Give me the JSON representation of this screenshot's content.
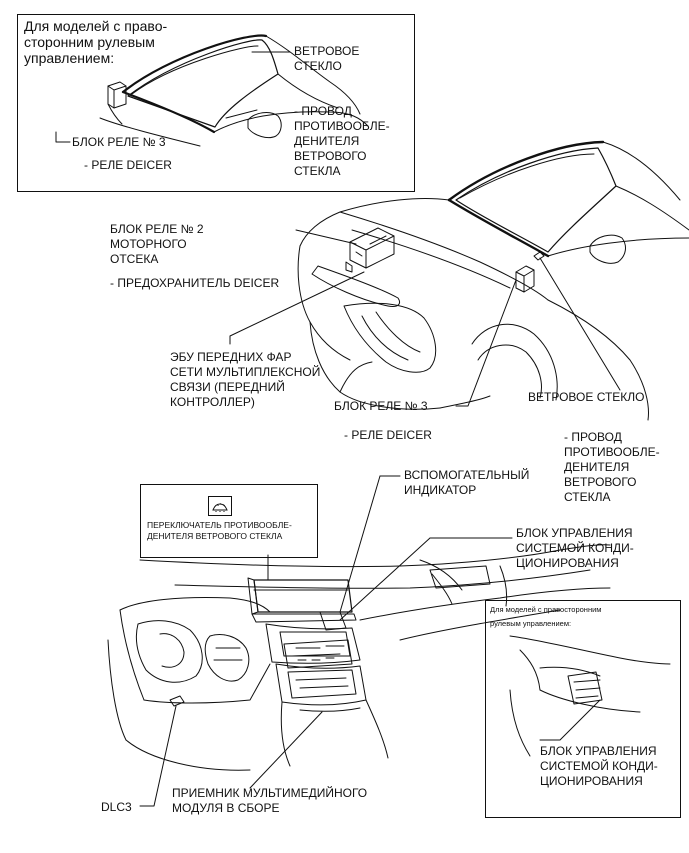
{
  "inset_top": {
    "title": "Для моделей с право-\nсторонним рулевым\nуправлением:",
    "windshield": "ВЕТРОВОЕ\nСТЕКЛО",
    "wire": "- ПРОВОД\nПРОТИВООБЛЕ-\nДЕНИТЕЛЯ\nВЕТРОВОГО\nСТЕКЛА",
    "relay_block": "БЛОК РЕЛЕ № 3",
    "relay": "- РЕЛЕ DEICER"
  },
  "car_view": {
    "relay_block_2": "БЛОК РЕЛЕ № 2\nМОТОРНОГО\nОТСЕКА",
    "fuse": "- ПРЕДОХРАНИТЕЛЬ DEICER",
    "ecu": "ЭБУ ПЕРЕДНИХ ФАР\nСЕТИ МУЛЬТИПЛЕКСНОЙ\nСВЯЗИ (ПЕРЕДНИЙ\nКОНТРОЛЛЕР)",
    "relay_block_3": "БЛОК РЕЛЕ № 3",
    "relay": "- РЕЛЕ DEICER",
    "windshield": "ВЕТРОВОЕ СТЕКЛО",
    "wire": "- ПРОВОД\nПРОТИВООБЛЕ-\nДЕНИТЕЛЯ\nВЕТРОВОГО\nСТЕКЛА"
  },
  "dash_view": {
    "switch_caption": "ПЕРЕКЛЮЧАТЕЛЬ ПРОТИВООБЛЕ-\nДЕНИТЕЛЯ ВЕТРОВОГО СТЕКЛА",
    "indicator": "ВСПОМОГАТЕЛЬНЫЙ\nИНДИКАТОР",
    "ac_control": "БЛОК УПРАВЛЕНИЯ\nСИСТЕМОЙ КОНДИ-\nЦИОНИРОВАНИЯ",
    "receiver": "ПРИЕМНИК МУЛЬТИМЕДИЙНОГО\nМОДУЛЯ В СБОРЕ",
    "dlc3": "DLC3"
  },
  "inset_bottom": {
    "title": "Для моделей с правосторонним\nрулевым управлением:",
    "ac_control": "БЛОК УПРАВЛЕНИЯ\nСИСТЕМОЙ КОНДИ-\nЦИОНИРОВАНИЯ"
  },
  "icons": {
    "defogger_switch": "windshield-defogger-icon"
  }
}
